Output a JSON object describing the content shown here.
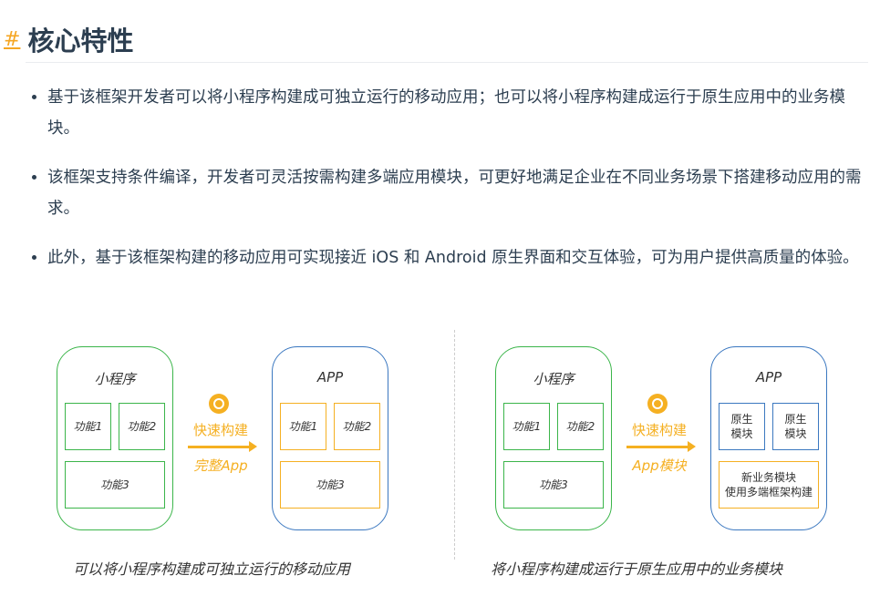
{
  "heading": {
    "hash": "#",
    "title": "核心特性"
  },
  "bullets": [
    "基于该框架开发者可以将小程序构建成可独立运行的移动应用；也可以将小程序构建成运行于原生应用中的业务模块。",
    "该框架支持条件编译，开发者可灵活按需构建多端应用模块，可更好地满足企业在不同业务场景下搭建移动应用的需求。",
    "此外，基于该框架构建的移动应用可实现接近 iOS 和 Android 原生界面和交互体验，可为用户提供高质量的体验。"
  ],
  "diagram_left": {
    "mini_title": "小程序",
    "f1": "功能1",
    "f2": "功能2",
    "f3": "功能3",
    "arrow_top": "快速构建",
    "arrow_bottom": "完整App",
    "app_title": "APP",
    "a1": "功能1",
    "a2": "功能2",
    "a3": "功能3",
    "caption": "可以将小程序构建成可独立运行的移动应用"
  },
  "diagram_right": {
    "mini_title": "小程序",
    "f1": "功能1",
    "f2": "功能2",
    "f3": "功能3",
    "arrow_top": "快速构建",
    "arrow_bottom": "App模块",
    "app_title": "APP",
    "n1": "原生\n模块",
    "n2": "原生\n模块",
    "biz": "新业务模块\n使用多端框架构建",
    "caption": "将小程序构建成运行于原生应用中的业务模块"
  },
  "colors": {
    "green": "#3bb54a",
    "blue": "#3b78c0",
    "orange": "#f5b022",
    "text": "#2c3e50"
  }
}
